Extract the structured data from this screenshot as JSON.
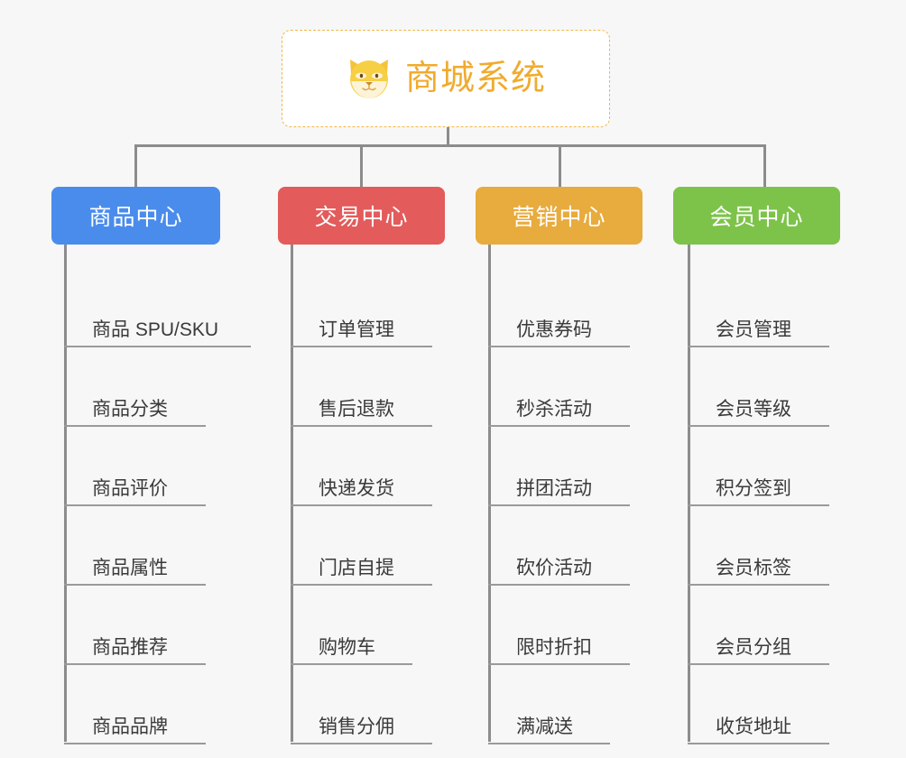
{
  "background_color": "#f7f7f7",
  "root": {
    "icon": "dog-face-icon",
    "title": "商城系统",
    "text_color": "#f0ab2e",
    "border_color": "#f2b64c"
  },
  "connector_color": "#8c8c8c",
  "rule_color": "#9a9a9a",
  "columns": [
    {
      "title": "商品中心",
      "color": "#4a8cec",
      "items": [
        "商品 SPU/SKU",
        "商品分类",
        "商品评价",
        "商品属性",
        "商品推荐",
        "商品品牌"
      ]
    },
    {
      "title": "交易中心",
      "color": "#e35b5b",
      "items": [
        "订单管理",
        "售后退款",
        "快递发货",
        "门店自提",
        "购物车",
        "销售分佣"
      ]
    },
    {
      "title": "营销中心",
      "color": "#e8ab3d",
      "items": [
        "优惠券码",
        "秒杀活动",
        "拼团活动",
        "砍价活动",
        "限时折扣",
        "满减送"
      ]
    },
    {
      "title": "会员中心",
      "color": "#7dc34a",
      "items": [
        "会员管理",
        "会员等级",
        "积分签到",
        "会员标签",
        "会员分组",
        "收货地址"
      ]
    }
  ]
}
